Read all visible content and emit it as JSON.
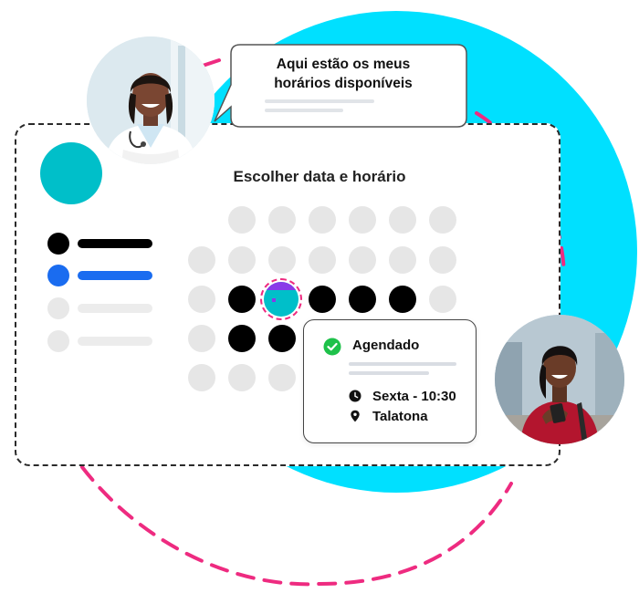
{
  "speech_bubble": {
    "line1": "Aqui estão os meus",
    "line2": "horários disponíveis"
  },
  "card": {
    "title": "Escolher data e horário"
  },
  "appointment": {
    "status": "Agendado",
    "time": "Sexta - 10:30",
    "location": "Talatona",
    "status_icon": "check-circle-icon",
    "time_icon": "clock-icon",
    "location_icon": "location-pin-icon"
  },
  "colors": {
    "accent_cyan": "#00e0ff",
    "teal": "#00bfc9",
    "pink_dash": "#ee2b80",
    "blue": "#1a6cf0",
    "success_green": "#1ec14a"
  }
}
